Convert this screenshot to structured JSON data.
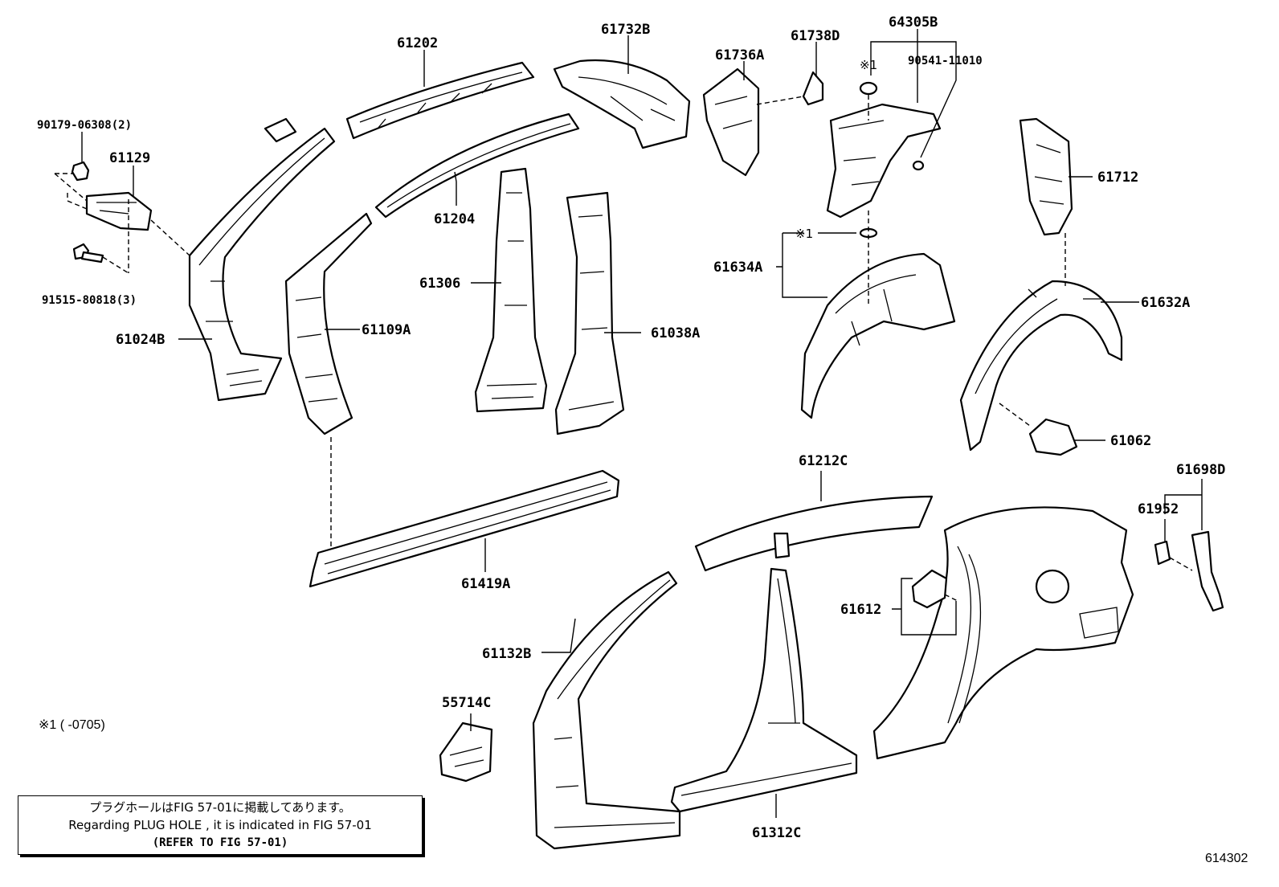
{
  "diagram": {
    "part_numbers": {
      "p61202": "61202",
      "p61732B": "61732B",
      "p61736A": "61736A",
      "p61738D": "61738D",
      "p64305B": "64305B",
      "p90541": "90541-11010",
      "p90179": "90179-06308(2)",
      "p61129": "61129",
      "p91515": "91515-80818(3)",
      "p61024B": "61024B",
      "p61204": "61204",
      "p61306": "61306",
      "p61109A": "61109A",
      "p61038A": "61038A",
      "p61712": "61712",
      "p61634A": "61634A",
      "p61632A": "61632A",
      "p61062": "61062",
      "p61419A": "61419A",
      "p61212C": "61212C",
      "p61698D": "61698D",
      "p61952": "61952",
      "p61612": "61612",
      "p61132B": "61132B",
      "p55714C": "55714C",
      "p61312C": "61312C"
    },
    "marker_1": "※1",
    "marker_1b": "※1",
    "footnote": "※1 (      -0705)",
    "note_jp": "プラグホールはFIG 57-01に掲載してあります。",
    "note_en": "Regarding  PLUG  HOLE , it is indicated in FIG  57-01",
    "note_ref": "(REFER TO FIG 57-01)",
    "figure_id": "614302"
  }
}
